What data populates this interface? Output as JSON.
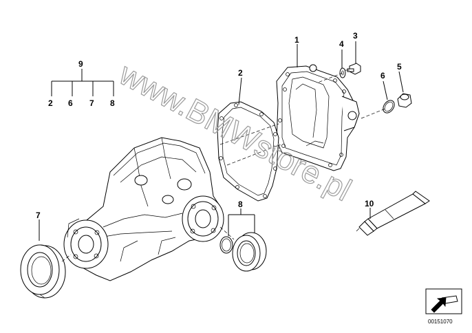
{
  "labels": {
    "l1": "1",
    "l2a": "2",
    "l2b": "2",
    "l3": "3",
    "l4": "4",
    "l5": "5",
    "l6": "6",
    "l6b": "6",
    "l7a": "7",
    "l7b": "7",
    "l8a": "8",
    "l8b": "8",
    "l9": "9",
    "l10": "10"
  },
  "watermark": "www.BMWstore.pl",
  "diagram_code": "00151070",
  "colors": {
    "line": "#000000",
    "watermark": "#9a9a9a",
    "background": "#ffffff"
  }
}
